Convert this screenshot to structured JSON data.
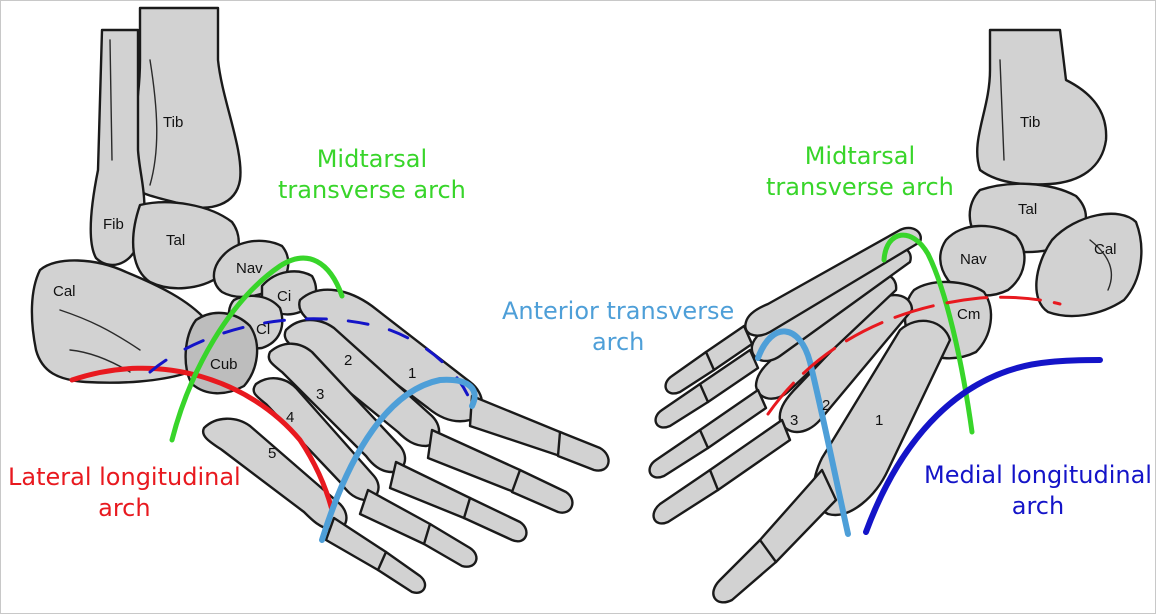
{
  "colors": {
    "lateral": "#e8191f",
    "midtarsal": "#38d52a",
    "anterior": "#4e9fd8",
    "medial": "#1414c8",
    "bone_fill": "#d2d2d2",
    "bone_outline": "#1a1a1a"
  },
  "left_foot": {
    "bones": {
      "tib": "Tib",
      "fib": "Fib",
      "tal": "Tal",
      "cal": "Cal",
      "nav": "Nav",
      "ci": "Ci",
      "cl": "Cl",
      "cub": "Cub",
      "m1": "1",
      "m2": "2",
      "m3": "3",
      "m4": "4",
      "m5": "5"
    }
  },
  "right_foot": {
    "bones": {
      "tib": "Tib",
      "tal": "Tal",
      "cal": "Cal",
      "nav": "Nav",
      "cm": "Cm",
      "m1": "1",
      "m2": "2",
      "m3": "3"
    }
  },
  "arches": {
    "midtarsal_left": {
      "line1": "Midtarsal",
      "line2": "transverse arch"
    },
    "midtarsal_right": {
      "line1": "Midtarsal",
      "line2": "transverse arch"
    },
    "anterior": {
      "line1": "Anterior transverse",
      "line2": "arch"
    },
    "lateral": {
      "line1": "Lateral longitudinal",
      "line2": "arch"
    },
    "medial": {
      "line1": "Medial longitudinal",
      "line2": "arch"
    }
  }
}
